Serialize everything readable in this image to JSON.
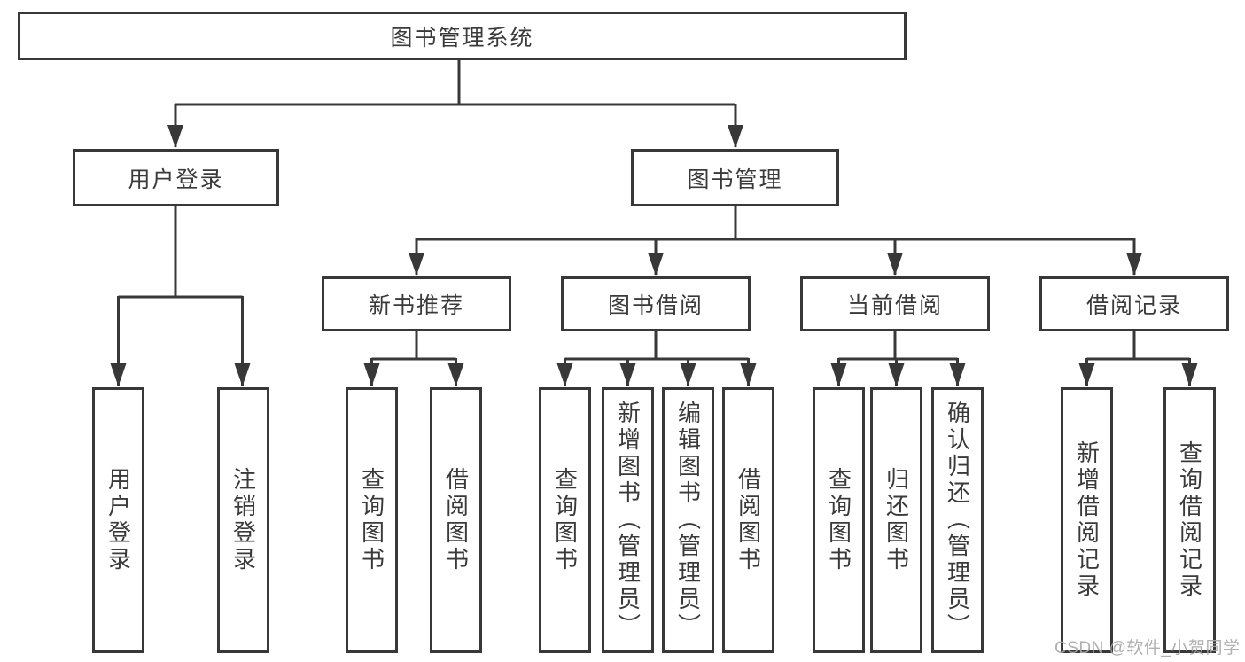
{
  "diagram": {
    "title": "图书管理系统",
    "nodes": {
      "root": "图书管理系统",
      "branches": [
        "用户登录",
        "图书管理"
      ],
      "sections": [
        "新书推荐",
        "图书借阅",
        "当前借阅",
        "借阅记录"
      ],
      "leaf_groups": [
        [
          "用户登录",
          "注销登录"
        ],
        [
          "查询图书",
          "借阅图书"
        ],
        [
          "查询图书",
          "新增图书（管理员）",
          "编辑图书（管理员）",
          "借阅图书"
        ],
        [
          "查询图书",
          "归还图书",
          "确认归还（管理员）"
        ],
        [
          "新增借阅记录",
          "查询借阅记录"
        ]
      ]
    },
    "colors": {
      "line": "#383838",
      "text": "#3a3a3a",
      "background": "#ffffff",
      "watermark": "#a8a8a8"
    }
  },
  "watermark": "CSDN @软件_小贺同学"
}
